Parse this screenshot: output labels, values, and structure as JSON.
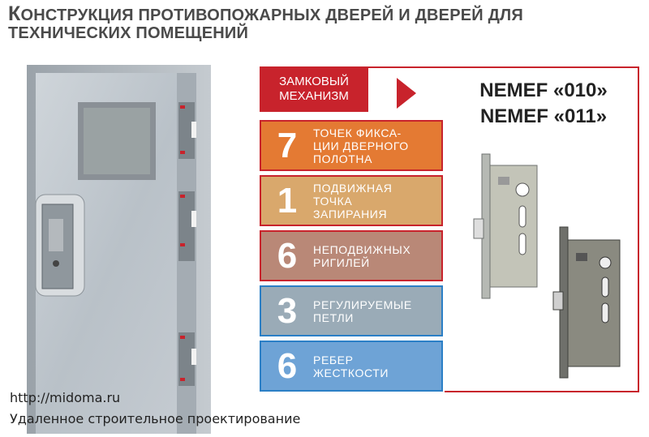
{
  "title": {
    "line1_first": "К",
    "line1_rest": "ОНСТРУКЦИЯ ПРОТИВОПОЖАРНЫХ ДВЕРЕЙ И ДВЕРЕЙ ДЛЯ",
    "line2": "ТЕХНИЧЕСКИХ ПОМЕЩЕНИЙ"
  },
  "lock_label": {
    "line1": "ЗАМКОВЫЙ",
    "line2": "МЕХАНИЗМ"
  },
  "models": [
    "NEMEF «010»",
    "NEMEF «011»"
  ],
  "features": [
    {
      "num": "7",
      "text": "ТОЧЕК ФИКСА-\nЦИИ ДВЕРНОГО\nПОЛОТНА"
    },
    {
      "num": "1",
      "text": "ПОДВИЖНАЯ\nТОЧКА\nЗАПИРАНИЯ"
    },
    {
      "num": "6",
      "text": "НЕПОДВИЖНЫХ\nРИГИЛЕЙ"
    },
    {
      "num": "3",
      "text": "РЕГУЛИРУЕМЫЕ\nПЕТЛИ"
    },
    {
      "num": "6",
      "text": "РЕБЕР\nЖЕСТКОСТИ"
    }
  ],
  "footer": {
    "url": "http://midoma.ru",
    "note": "Удаленное строительное проектирование"
  },
  "colors": {
    "accent_red": "#c8232c",
    "orange": "#e47a33",
    "tan": "#d9a86c",
    "mauve": "#b98877",
    "gray_blue": "#9aabb7",
    "blue": "#6ea3d6",
    "blue_border": "#2b7fc6"
  }
}
